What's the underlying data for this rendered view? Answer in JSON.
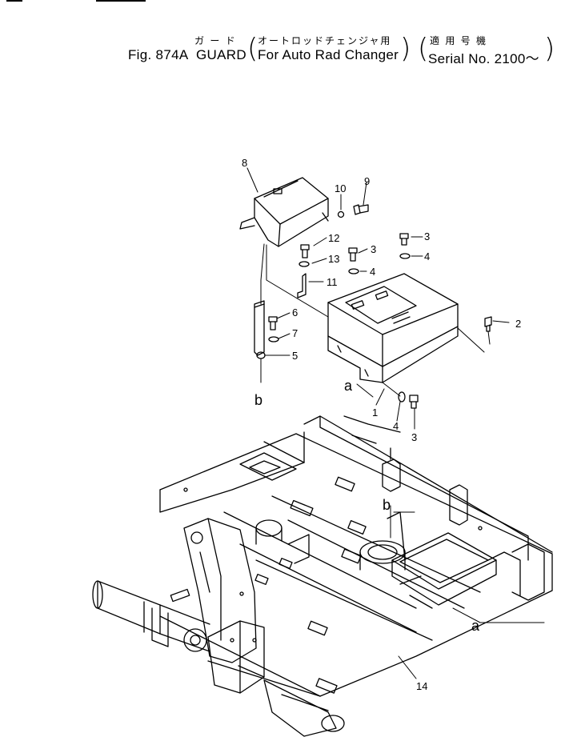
{
  "header": {
    "fig_label": "Fig. 874A",
    "jp_title": "ガ ー ド",
    "en_title": "GUARD",
    "jp_sub": "オートロッドチェンジャ用",
    "en_sub": "For Auto Rad Changer",
    "jp_serial": "適 用 号 機",
    "en_serial": "Serial No. 2100～"
  },
  "callouts": {
    "c1": "1",
    "c2": "2",
    "c3a": "3",
    "c3b": "3",
    "c3c": "3",
    "c4a": "4",
    "c4b": "4",
    "c4c": "4",
    "c5": "5",
    "c6": "6",
    "c7": "7",
    "c8": "8",
    "c9": "9",
    "c10": "10",
    "c11": "11",
    "c12": "12",
    "c13": "13",
    "c14": "14",
    "ref_a1": "a",
    "ref_a2": "a",
    "ref_b1": "b",
    "ref_b2": "b"
  }
}
